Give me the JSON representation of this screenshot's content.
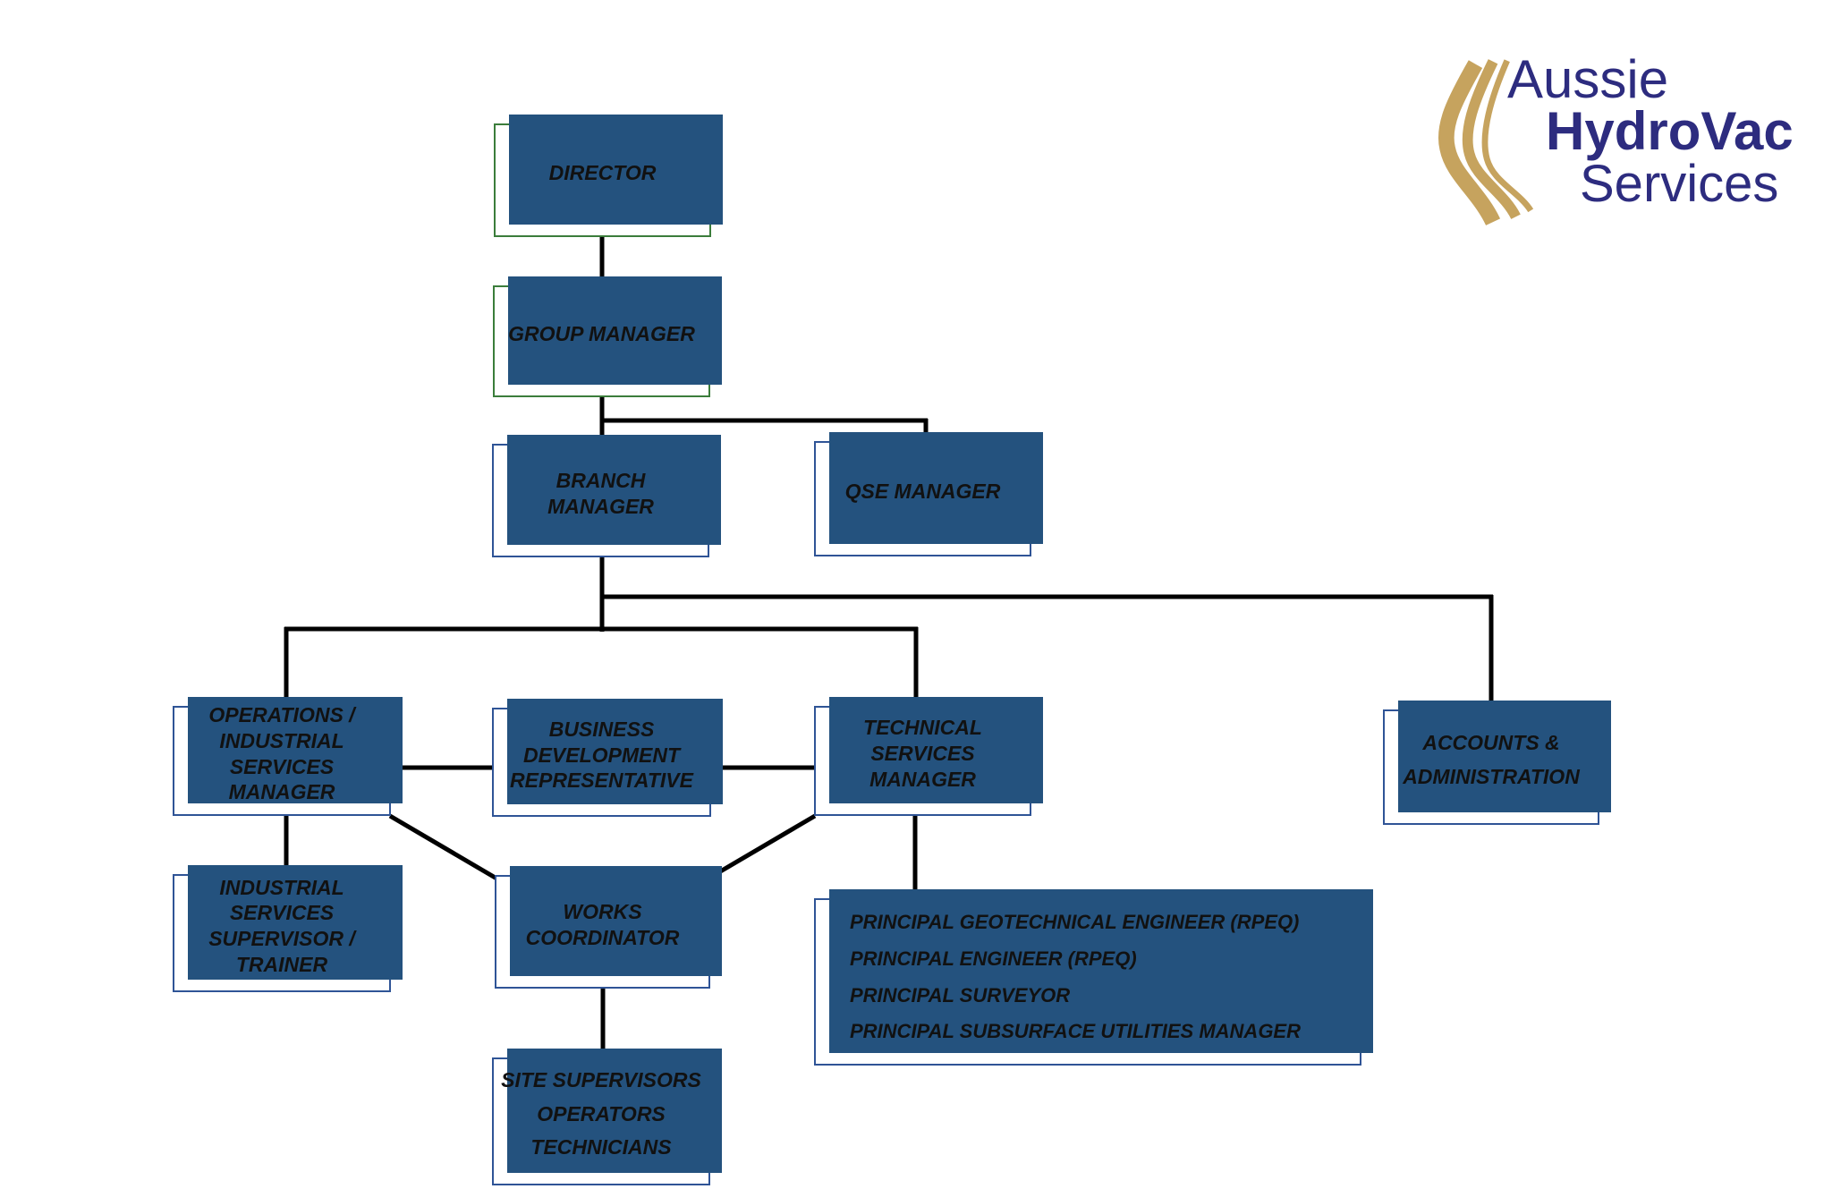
{
  "logo": {
    "word1": "Aussie",
    "word2": "HydroVac",
    "word3": "Services",
    "swoosh_icon": "gold-road-swoosh",
    "navy": "#2d2c7f",
    "gold": "#c6a35e"
  },
  "colors": {
    "shadow": "#24527e",
    "border_blue": "#2f5496",
    "border_green": "#3b7d3b",
    "connector": "#000000"
  },
  "nodes": {
    "director": {
      "lines": [
        "DIRECTOR"
      ]
    },
    "group_manager": {
      "lines": [
        "GROUP MANAGER"
      ]
    },
    "branch_manager": {
      "lines": [
        "BRANCH MANAGER"
      ]
    },
    "qse_manager": {
      "lines": [
        "QSE MANAGER"
      ]
    },
    "operations_manager": {
      "lines": [
        "OPERATIONS /",
        "INDUSTRIAL",
        "SERVICES MANAGER"
      ]
    },
    "business_development": {
      "lines": [
        "BUSINESS",
        "DEVELOPMENT",
        "REPRESENTATIVE"
      ]
    },
    "technical_services": {
      "lines": [
        "TECHNICAL SERVICES",
        "MANAGER"
      ]
    },
    "accounts_admin": {
      "lines": [
        "ACCOUNTS &",
        "ADMINISTRATION"
      ]
    },
    "industrial_supervisor": {
      "lines": [
        "INDUSTRIAL SERVICES",
        "SUPERVISOR /",
        "TRAINER"
      ]
    },
    "works_coordinator": {
      "lines": [
        "WORKS",
        "COORDINATOR"
      ]
    },
    "principal_group": {
      "lines": [
        "PRINCIPAL GEOTECHNICAL ENGINEER (RPEQ)",
        "PRINCIPAL ENGINEER (RPEQ)",
        "PRINCIPAL SURVEYOR",
        "PRINCIPAL SUBSURFACE UTILITIES MANAGER"
      ]
    },
    "site_staff": {
      "lines": [
        "SITE SUPERVISORS",
        "OPERATORS",
        "TECHNICIANS"
      ]
    }
  }
}
